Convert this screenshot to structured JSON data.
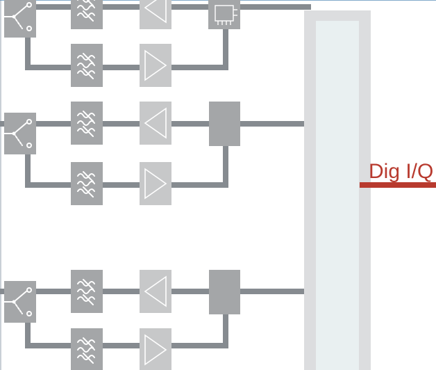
{
  "output": {
    "label": "Dig I/Q",
    "color": "#b83a2e"
  },
  "colors": {
    "wire": "#868b90",
    "block": "#a4a6a8",
    "block_light": "#c7c8c9",
    "processor_outer": "#dcdddf",
    "processor_inner": "#e9f0f1",
    "frame": "#5b8db8"
  },
  "chains": [
    {
      "id": "chain-1",
      "switch": "switch-icon",
      "filters": [
        "bandpass-filter-icon",
        "bandpass-filter-icon"
      ],
      "amplifiers": [
        "lna-amplifier-icon",
        "pa-amplifier-icon"
      ],
      "converter": "adc-chip-icon"
    },
    {
      "id": "chain-2",
      "switch": "switch-icon",
      "filters": [
        "bandpass-filter-icon",
        "bandpass-filter-icon"
      ],
      "amplifiers": [
        "lna-amplifier-icon",
        "pa-amplifier-icon"
      ],
      "converter": "converter-block"
    },
    {
      "id": "chain-3",
      "switch": "switch-icon",
      "filters": [
        "bandpass-filter-icon",
        "bandpass-filter-icon"
      ],
      "amplifiers": [
        "lna-amplifier-icon",
        "pa-amplifier-icon"
      ],
      "converter": "converter-block"
    }
  ]
}
